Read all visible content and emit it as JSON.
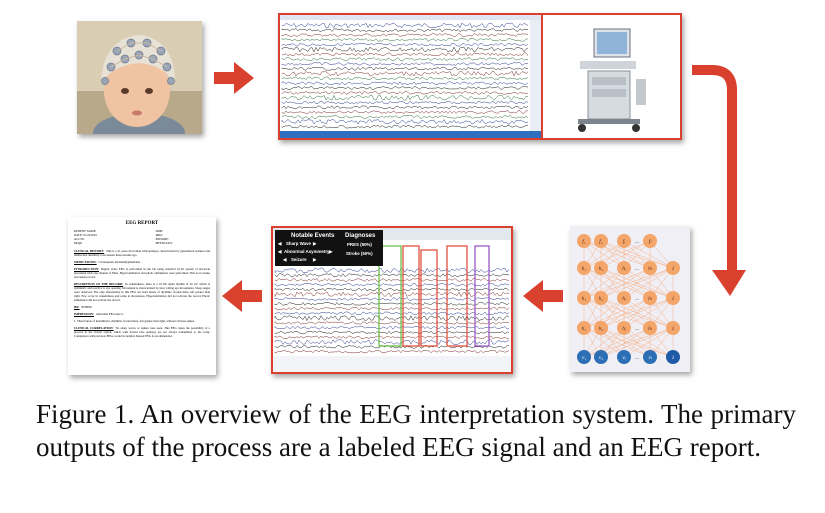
{
  "caption": "Figure 1. An overview of the EEG interpretation system. The primary outputs of the process are a labeled EEG signal and an EEG report.",
  "colors": {
    "arrow": "#d9412e",
    "panel_border": "#d9412e",
    "neuron_orange": "#f4a56a",
    "neuron_blue": "#2c6fb5"
  },
  "report": {
    "title": "EEG REPORT",
    "header_left": [
      "PATIENT NAME:",
      "DATE: 01/23/2016",
      "ACCT#:",
      "REQ#:"
    ],
    "header_right": [
      "DOB:",
      "MR#:",
      "EPISODE:",
      "PHYSICIAN:"
    ],
    "sections": [
      {
        "heading": "CLINICAL HISTORY:",
        "text": "This is a 21-year-old woman with epilepsy, characterized by generalized seizures and intellectual disability. Last seizure three months ago."
      },
      {
        "heading": "MEDICATIONS:",
        "text": "Clonazepam, Dexmethylphenidate"
      },
      {
        "heading": "INTRODUCTION:",
        "text": "Digital video EEG is performed in the lab using standard 10-20 system of electrode placement with one channel of EKG. Hyperventilation and photic stimulation were performed. This is an awake and asleep record."
      },
      {
        "heading": "DESCRIPTION OF THE RECORD:",
        "text": "In wakefulness, there is a 10 Hz alpha rhythm of 50 uV, which is symmetric and reactive to eye opening. Movement is characterized by slow rolling eye movements. Sleep stages were observed. The only abnormality in this EEG are brief bursts of rhythmic, frontal delta, left greater than right. Few occur in wakefulness and some in drowsiness. Hyperventilation did not activate the record. Photic stimulation did not activate the record."
      },
      {
        "heading": "HR:",
        "text": "80 BPM"
      },
      {
        "heading": "IMPRESSION:",
        "text": "Abnormal EEG due to:"
      },
      {
        "heading": "",
        "text": "1. Theta bursts of intermittent, rhythmic, frontal theta, left greater than right, without obvious spikes."
      },
      {
        "heading": "CLINICAL CORRELATION:",
        "text": "No sharp waves or spikes were seen. This EEG raises the possibility of a process in the frontal region, which with frontal lobe epilepsy are not always transmitted to the scalp. Comparison with previous EEGs would be helpful. Repeat EEG is recommended."
      }
    ]
  },
  "labeled_eeg": {
    "header_left": "Notable Events",
    "header_right": "Diagnoses",
    "events": [
      "Sharp Wave",
      "Abnormal Asymmetry",
      "Seizure"
    ],
    "diagnoses": [
      "PRES (90%)",
      "Stroke (50%)"
    ]
  },
  "network": {
    "top_row": [
      "f₁",
      "f₂",
      "fᵢ",
      "fₗ"
    ],
    "hidden_rows": [
      [
        "h₁",
        "h₂",
        "hᵢ",
        "hₗ",
        "1"
      ],
      [
        "h₁",
        "h₂",
        "hᵢ",
        "hₗ",
        "1"
      ],
      [
        "h₁",
        "h₂",
        "hᵢ",
        "hₗ",
        "1"
      ]
    ],
    "bottom_row": [
      "v₁",
      "v₂",
      "vᵢ",
      "vₗ",
      "1"
    ],
    "ellipsis": "..."
  }
}
